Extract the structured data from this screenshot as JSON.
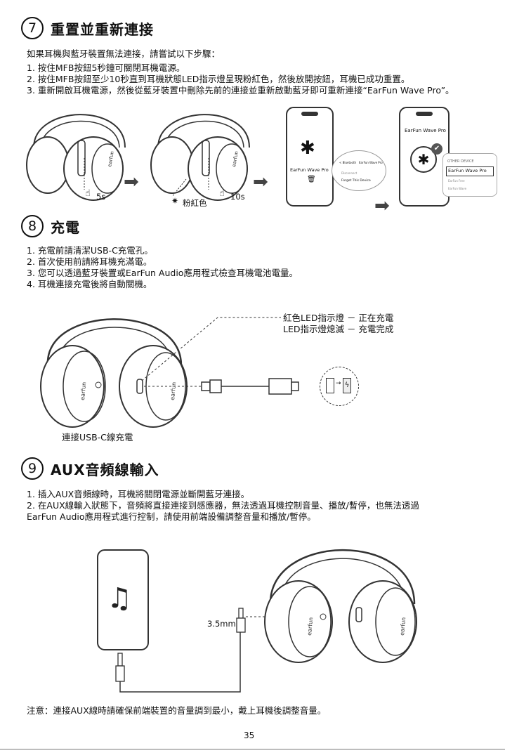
{
  "section7": {
    "number": "7",
    "title": "重置並重新連接",
    "intro": "如果耳機與藍牙裝置無法連接，請嘗試以下步驟：",
    "steps": [
      "1. 按住MFB按鈕5秒鐘可關閉耳機電源。",
      "2. 按住MFB按鈕至少10秒直到耳機狀態LED指示燈呈現粉紅色，然後放開按鈕，耳機已成功重置。",
      "3. 重新開啟耳機電源，然後從藍牙裝置中刪除先前的連接並重新啟動藍牙即可重新連接“EarFun Wave Pro”。"
    ],
    "label_5s": "5s",
    "label_pink": "粉紅色",
    "label_10s": "10s",
    "phone1_device": "EarFun Wave Pro",
    "popup_back": "< Bluetooth",
    "popup_title": "EarFun Wave Pro",
    "popup_disconnect": "Disconnect",
    "popup_forget": "Forget This Device",
    "phone2_device": "EarFun Wave Pro",
    "list_header": "OTHER DEVICE",
    "list_item1": "EarFun Wave Pro",
    "list_item2": "EarFun Free",
    "list_item3": "EarFun Wave"
  },
  "section8": {
    "number": "8",
    "title": "充電",
    "steps": [
      "1. 充電前請清潔USB-C充電孔。",
      "2. 首次使用前請將耳機充滿電。",
      "3. 您可以透過藍牙裝置或EarFun Audio應用程式檢查耳機電池電量。",
      "4. 耳機連接充電後將自動關機。"
    ],
    "led_red": "紅色LED指示燈 － 正在充電",
    "led_off": "LED指示燈熄滅 － 充電完成",
    "caption": "連接USB-C線充電"
  },
  "section9": {
    "number": "9",
    "title": "AUX音頻線輸入",
    "steps": [
      "1. 插入AUX音頻線時，耳機將關閉電源並斷開藍牙連接。",
      "2. 在AUX線輸入狀態下，音頻將直接連接到感應器，無法透過耳機控制音量、播放/暫停，也無法透過",
      "    EarFun Audio應用程式進行控制，請使用前端設備調整音量和播放/暫停。"
    ],
    "cable_label": "3.5mm",
    "note": "注意：連接AUX線時請確保前端裝置的音量調到最小，戴上耳機後調整音量。"
  },
  "brand_text": "earfun",
  "page_number": "35"
}
